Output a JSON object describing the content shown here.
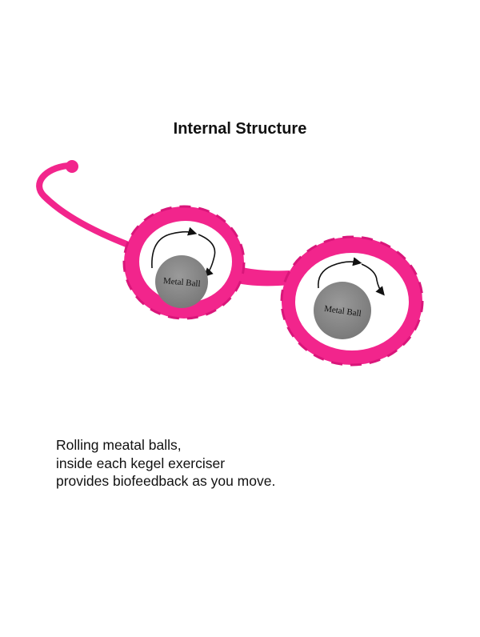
{
  "title": "Internal Structure",
  "balls": [
    {
      "label": "Metal Ball"
    },
    {
      "label": "Metal Ball"
    }
  ],
  "caption": {
    "lines": [
      "Rolling meatal balls,",
      "inside each kegel exerciser",
      "provides biofeedback as you move."
    ]
  },
  "colors": {
    "silicone": "#f2258c",
    "silicone_dark": "#d9167a",
    "metal_ball": "#8a8a8a",
    "arrow": "#111111"
  }
}
